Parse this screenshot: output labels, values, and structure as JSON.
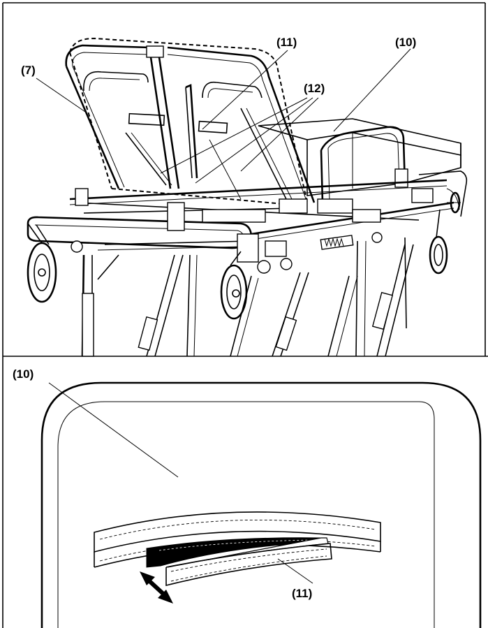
{
  "labels": {
    "top": {
      "backrest": "(7)",
      "pocket_label": "(11)",
      "mattress": "(10)",
      "straps": "(12)"
    },
    "bottom": {
      "mattress": "(10)",
      "pocket_label": "(11)"
    }
  },
  "icons": {
    "adjust_arrow": "double-arrow-icon"
  }
}
